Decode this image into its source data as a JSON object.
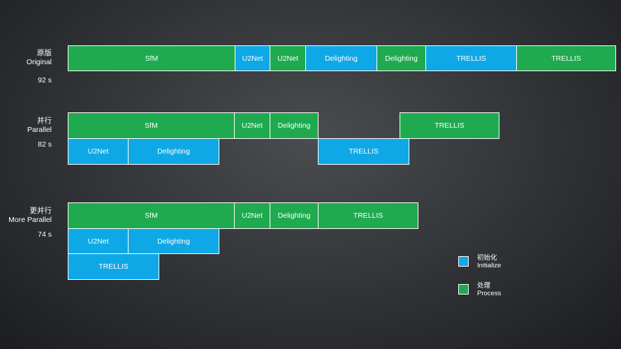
{
  "rows": [
    {
      "label_zh": "原版",
      "label_en": "Original",
      "time": "92 s",
      "tracks": [
        [
          {
            "label": "SfM",
            "kind": "process"
          },
          {
            "label": "U2Net",
            "kind": "init"
          },
          {
            "label": "U2Net",
            "kind": "process"
          },
          {
            "label": "Delighting",
            "kind": "init"
          },
          {
            "label": "Delighting",
            "kind": "process"
          },
          {
            "label": "TRELLIS",
            "kind": "init"
          },
          {
            "label": "TRELLIS",
            "kind": "process"
          }
        ]
      ]
    },
    {
      "label_zh": "并行",
      "label_en": "Parallel",
      "time": "82 s",
      "tracks": [
        [
          {
            "label": "SfM",
            "kind": "process"
          },
          {
            "label": "U2Net",
            "kind": "process"
          },
          {
            "label": "Delighting",
            "kind": "process"
          },
          {
            "label": "TRELLIS",
            "kind": "process"
          }
        ],
        [
          {
            "label": "U2Net",
            "kind": "init"
          },
          {
            "label": "Delighting",
            "kind": "init"
          },
          {
            "label": "TRELLIS",
            "kind": "init"
          }
        ]
      ]
    },
    {
      "label_zh": "更并行",
      "label_en": "More Parallel",
      "time": "74 s",
      "tracks": [
        [
          {
            "label": "SfM",
            "kind": "process"
          },
          {
            "label": "U2Net",
            "kind": "process"
          },
          {
            "label": "Delighting",
            "kind": "process"
          },
          {
            "label": "TRELLIS",
            "kind": "process"
          }
        ],
        [
          {
            "label": "U2Net",
            "kind": "init"
          },
          {
            "label": "Delighting",
            "kind": "init"
          }
        ],
        [
          {
            "label": "TRELLIS",
            "kind": "init"
          }
        ]
      ]
    }
  ],
  "legend": {
    "init_zh": "初始化",
    "init_en": "Initialize",
    "process_zh": "处理",
    "process_en": "Process"
  },
  "colors": {
    "init": "#0fa8e6",
    "process": "#1faa4f"
  }
}
